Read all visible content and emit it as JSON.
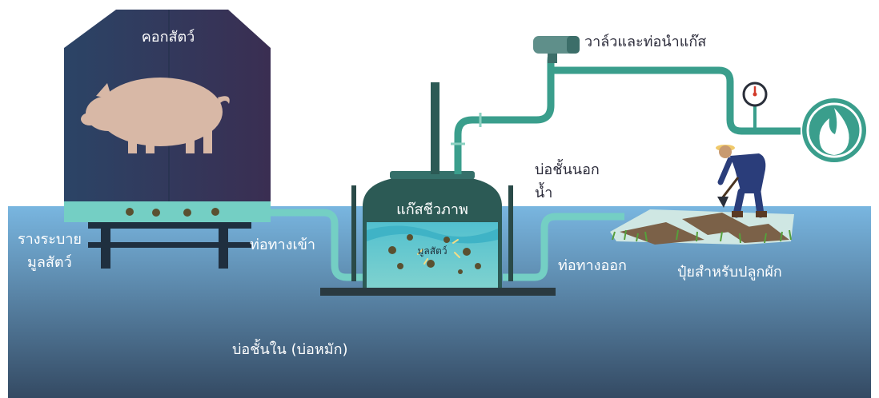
{
  "labels": {
    "pen": "คอกสัตว์",
    "gas_valve": "วาล์วและท่อนำแก๊ส",
    "outer_pond_line1": "บ่อชั้นนอก",
    "outer_pond_line2": "น้ำ",
    "biogas": "แก๊สชีวภาพ",
    "manure": "มูลสัตว์",
    "drain_line1": "รางระบาย",
    "drain_line2": "มูลสัตว์",
    "inlet_pipe": "ท่อทางเข้า",
    "outlet_pipe": "ท่อทางออก",
    "fertilizer": "ปุ๋ยสำหรับปลูกผัก",
    "inner_pond": "บ่อชั้นใน (บ่อหมัก)"
  },
  "colors": {
    "water_top": "#79b6e0",
    "water_bottom": "#344a63",
    "pen": "#2d3b5c",
    "pipe": "#3a9e8c",
    "slurry": "#74cdd0",
    "dome": "#2c5a55"
  }
}
